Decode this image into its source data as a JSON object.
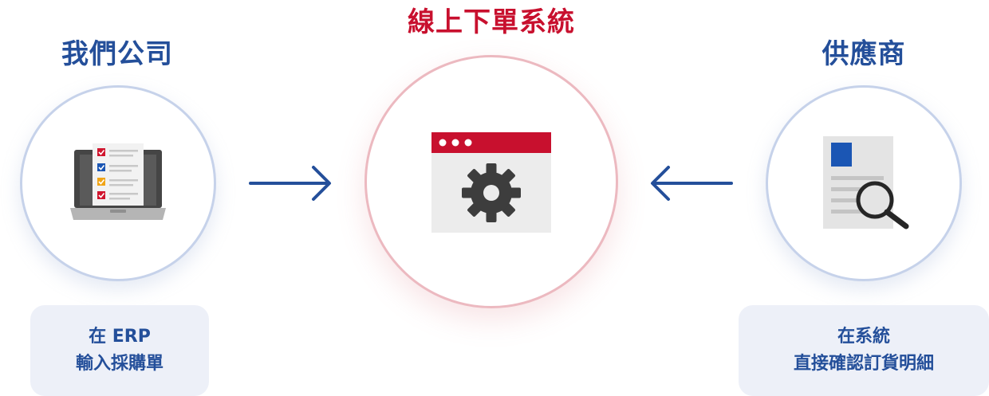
{
  "our_company": {
    "title": "我們公司",
    "icon": "laptop-checklist-icon",
    "caption_line1": "在 ERP",
    "caption_line2": "輸入採購單"
  },
  "system": {
    "title": "線上下單系統",
    "icon": "browser-gear-icon"
  },
  "supplier": {
    "title": "供應商",
    "icon": "document-search-icon",
    "caption_line1": "在系統",
    "caption_line2": "直接確認訂貨明細"
  },
  "colors": {
    "brand_blue": "#244f9a",
    "brand_red": "#c8102e",
    "circle_blue": "#c6d2ea",
    "circle_pink": "#ecb9c0",
    "caption_bg": "#edf0f8"
  }
}
